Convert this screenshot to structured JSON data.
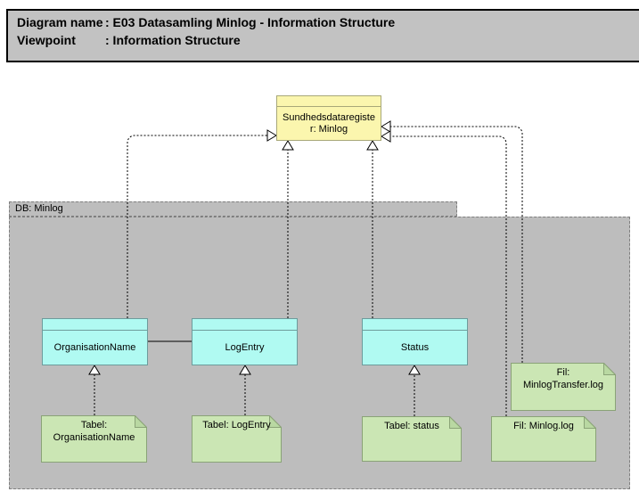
{
  "header": {
    "rows": [
      {
        "label": "Diagram name",
        "value": ": E03 Datasamling Minlog - Information Structure"
      },
      {
        "label": "Viewpoint",
        "value": ": Information Structure"
      }
    ]
  },
  "component": {
    "name": "Sundhedsdataregister: Minlog",
    "lines": [
      "Sundhedsdataregiste",
      "r: Minlog"
    ]
  },
  "group": {
    "label": "DB: Minlog"
  },
  "entities": [
    {
      "label": "OrganisationName"
    },
    {
      "label": "LogEntry"
    },
    {
      "label": "Status"
    }
  ],
  "notes": [
    {
      "label": "Tabel: OrganisationName"
    },
    {
      "label": "Tabel: LogEntry"
    },
    {
      "label": "Tabel: status"
    },
    {
      "label": "Fil: Minlog.log"
    },
    {
      "label": "Fil: MinlogTransfer.log"
    }
  ],
  "colors": {
    "header-gray": "#c2c2c2",
    "group-fill": "#bdbdbd",
    "group-border": "#7f7f7f",
    "yellow-fill": "#fbf6ae",
    "yellow-border": "#a8a878",
    "cyan-fill": "#b0faf2",
    "cyan-border": "#6d9c9c",
    "green-fill": "#cbe6b4",
    "green-fold": "#b9d8a2",
    "green-border": "#8aa377",
    "line": "#000000"
  }
}
